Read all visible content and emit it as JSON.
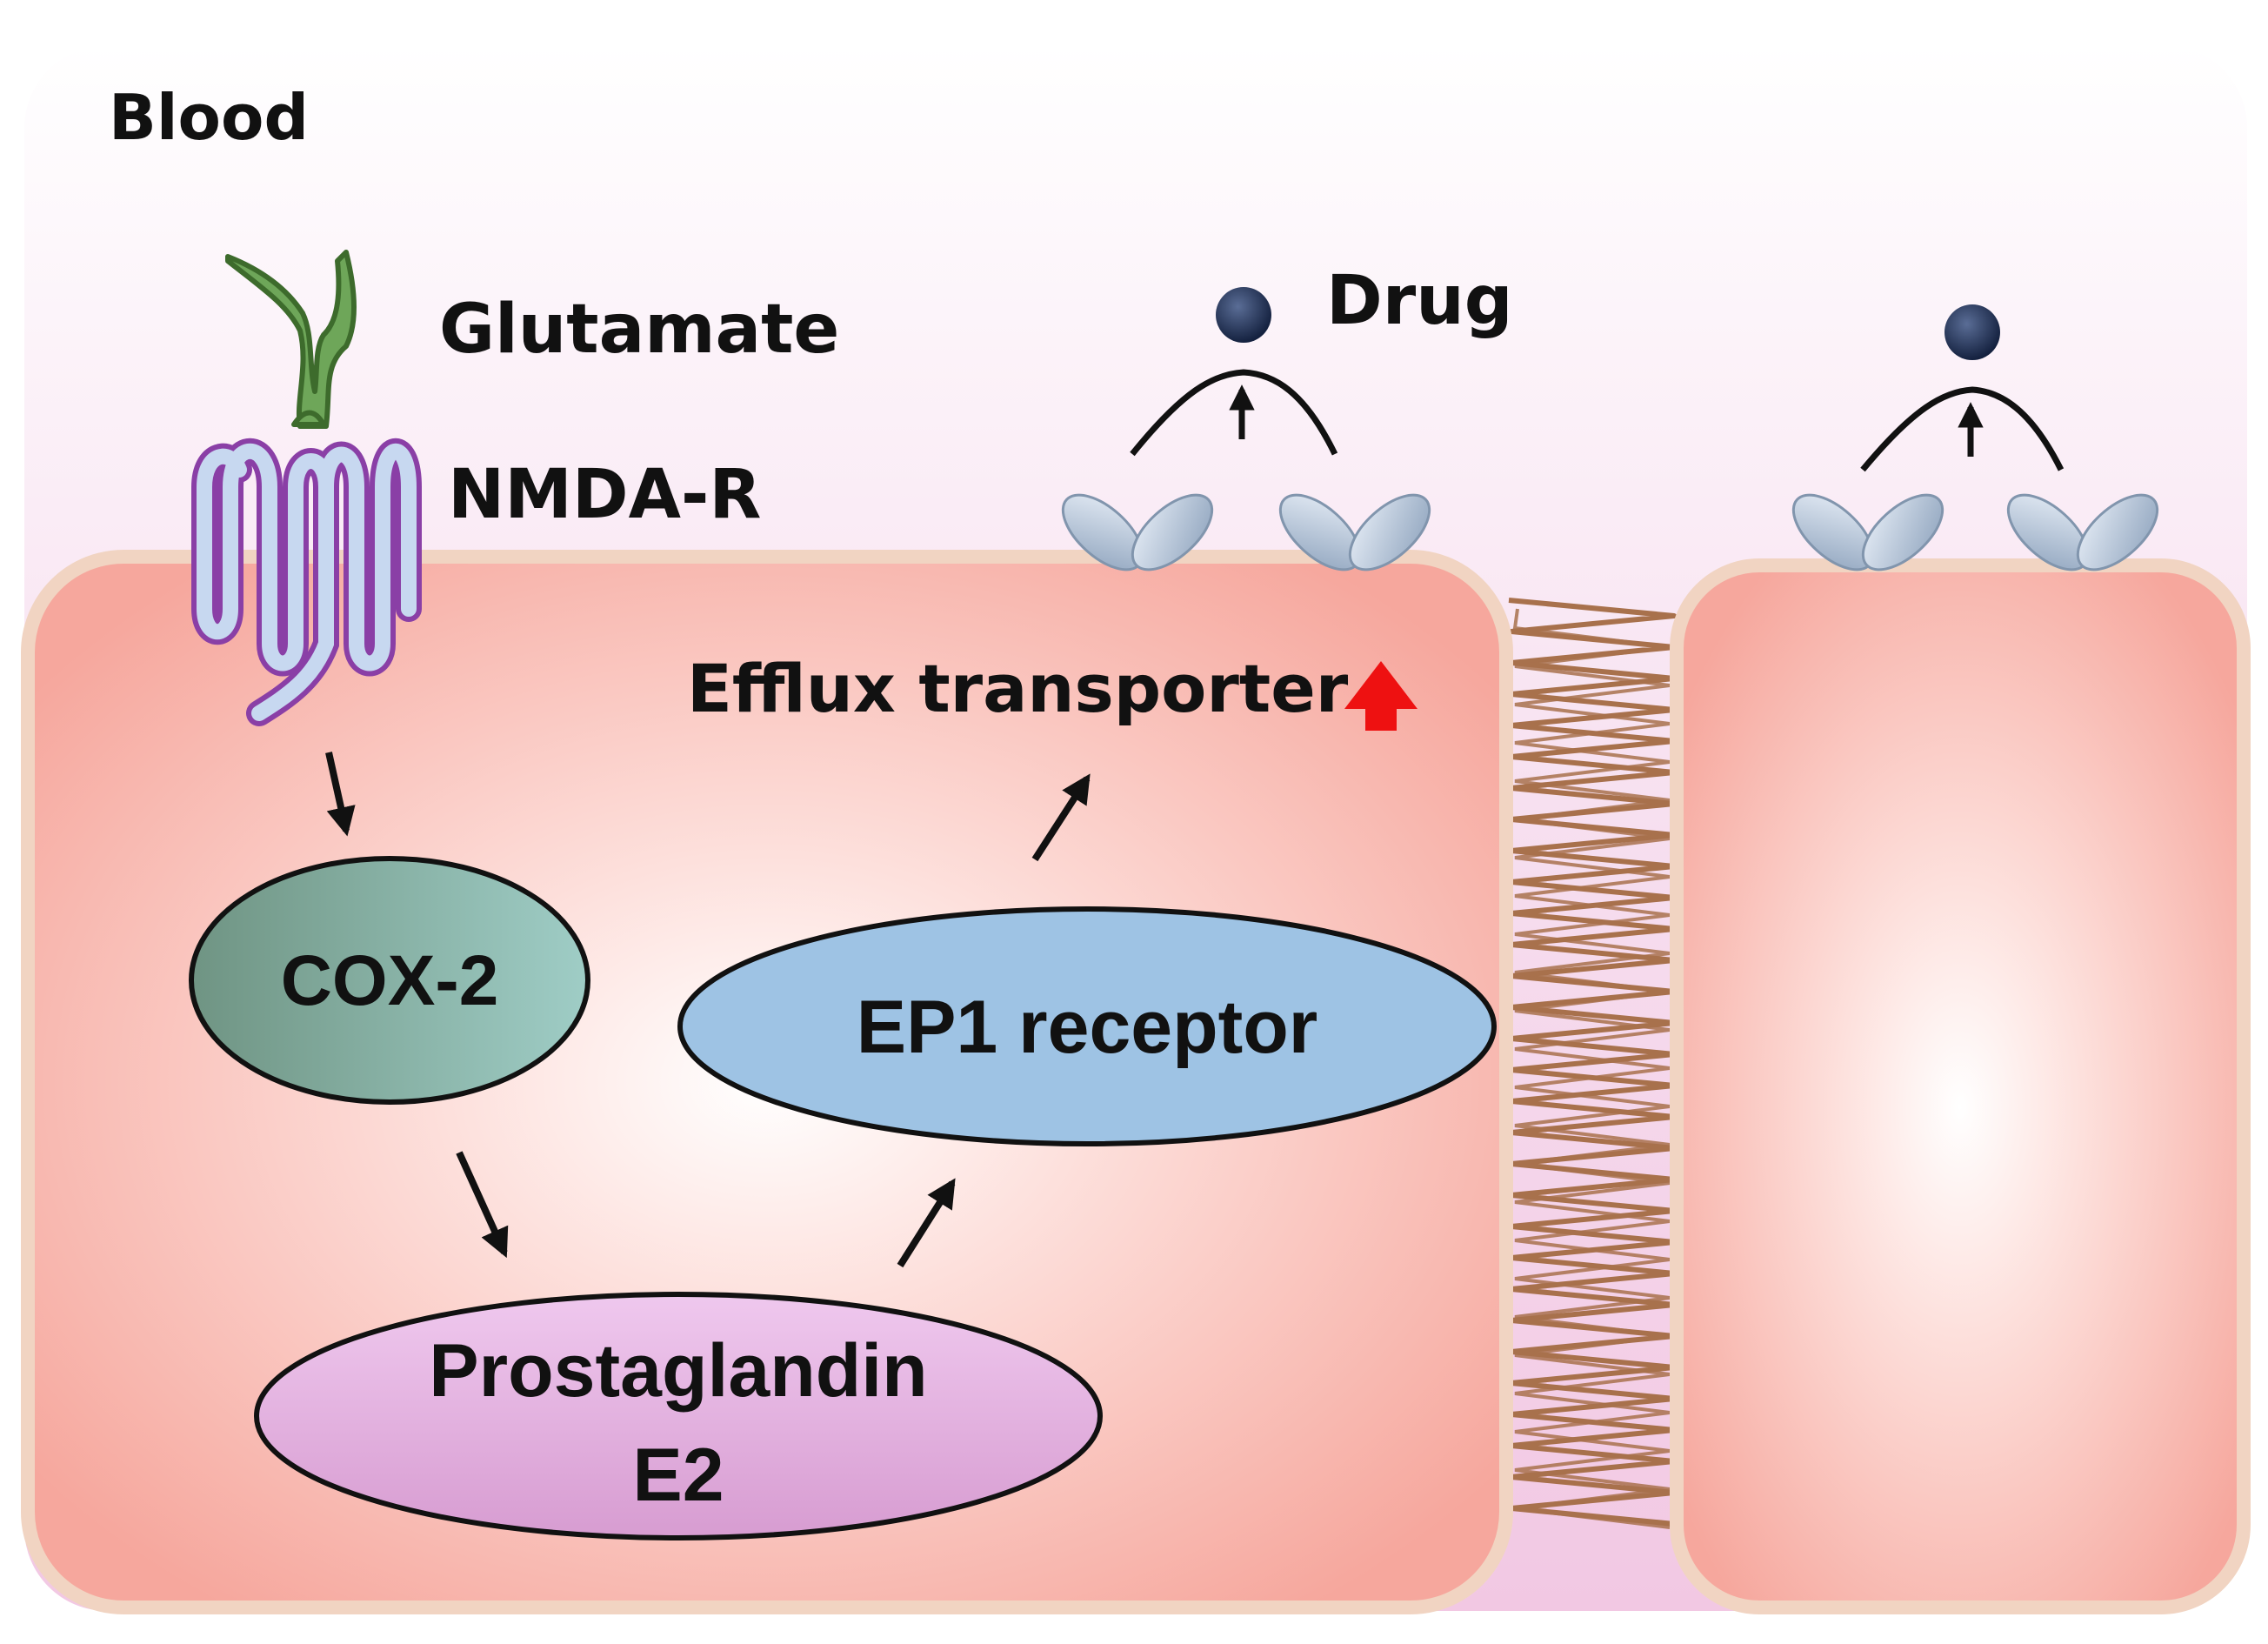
{
  "labels": {
    "region": "Blood",
    "ligand": "Glutamate",
    "receptor": "NMDA-R",
    "drug": "Drug",
    "efflux": "Efflux transporter"
  },
  "nodes": {
    "cox2": "COX-2",
    "ep1": "EP1 receptor",
    "pge2_line1": "Prostaglandin",
    "pge2_line2": "E2"
  },
  "colors": {
    "cell_fill": "#f6a9a0",
    "cell_border": "#f2d3c0",
    "blood_top": "#ffffff",
    "blood_bottom": "#f3cde6",
    "cox2_fill": "#86b3a6",
    "ep1_fill": "#9ec3e4",
    "pge2_fill": "#dca8da",
    "junction": "#a8714c",
    "drug": "#1f2f55",
    "transporter": "#a9bbd1",
    "up_arrow": "#ee1111",
    "glutamate": "#5e9a48",
    "nmda": "#9a4fb8"
  },
  "icons": [
    "glutamate-icon",
    "nmda-receptor-icon",
    "drug-icon",
    "efflux-transporter-icon",
    "tight-junction-icon",
    "up-arrow-icon"
  ]
}
